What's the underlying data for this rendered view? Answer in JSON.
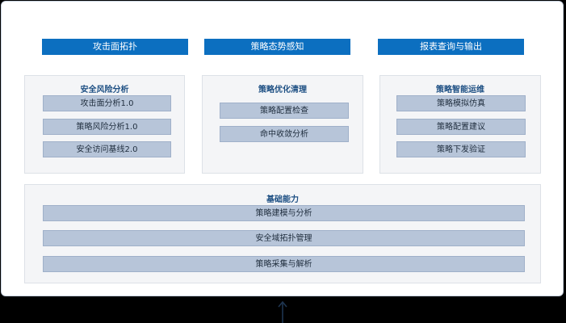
{
  "top_buttons": [
    "攻击面拓扑",
    "策略态势感知",
    "报表查询与输出"
  ],
  "groups": [
    {
      "title": "安全风险分析",
      "items": [
        "攻击面分析1.0",
        "策略风险分析1.0",
        "安全访问基线2.0"
      ]
    },
    {
      "title": "策略优化清理",
      "items": [
        "策略配置检查",
        "命中收敛分析"
      ]
    },
    {
      "title": "策略智能运维",
      "items": [
        "策略模拟仿真",
        "策略配置建议",
        "策略下发验证"
      ]
    }
  ],
  "foundation": {
    "title": "基础能力",
    "items": [
      "策略建模与分析",
      "安全域拓扑管理",
      "策略采集与解析"
    ]
  },
  "colors": {
    "top_button_bg": "#0c6fc0",
    "item_bg": "#b7c5d9",
    "title_text": "#1d4f83",
    "arrow": "#1f3550"
  }
}
